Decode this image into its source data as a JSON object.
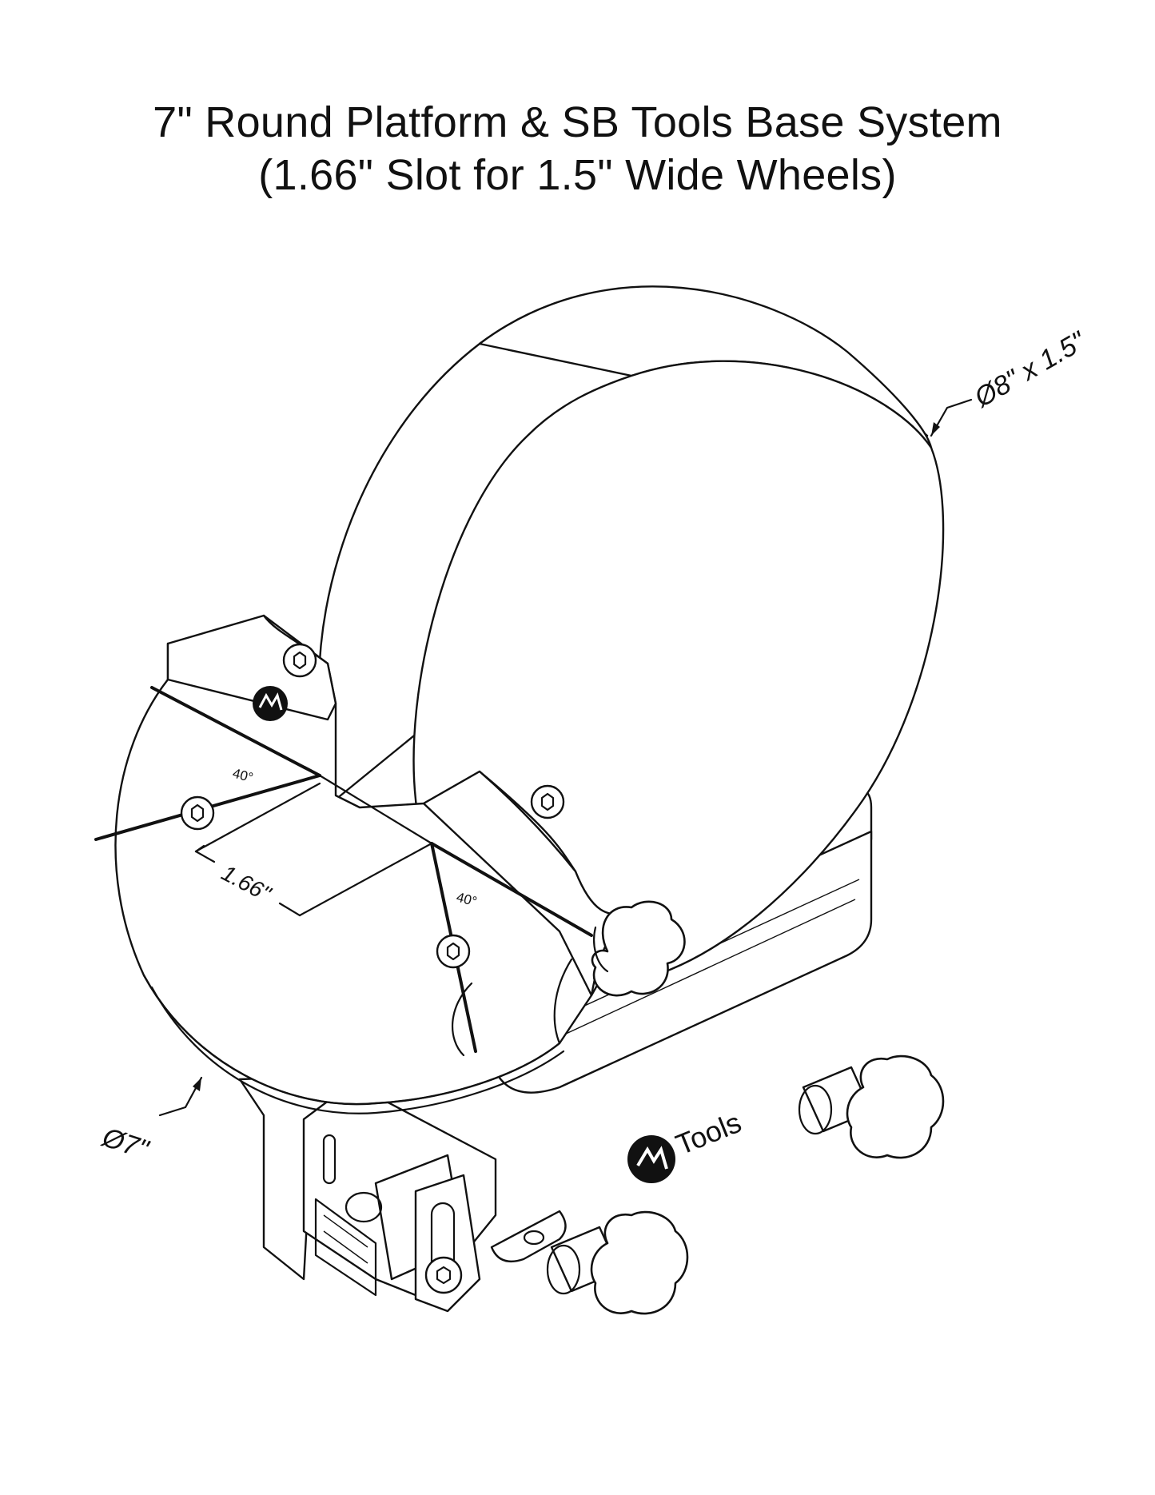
{
  "title": {
    "line1": "7\" Round Platform & SB Tools Base System",
    "line2": "(1.66\" Slot for 1.5\" Wide Wheels)"
  },
  "labels": {
    "wheel_dimension": "Ø8\" x 1.5\"",
    "platform_diameter": "Ø7\"",
    "slot_width": "1.66\"",
    "angle_left": "40°",
    "angle_right": "40°",
    "brand": "Tools"
  },
  "icons": [
    "brand-logo-icon",
    "hex-socket-screw-icon",
    "star-knob-icon"
  ],
  "colors": {
    "line": "#111111",
    "background": "#ffffff"
  }
}
